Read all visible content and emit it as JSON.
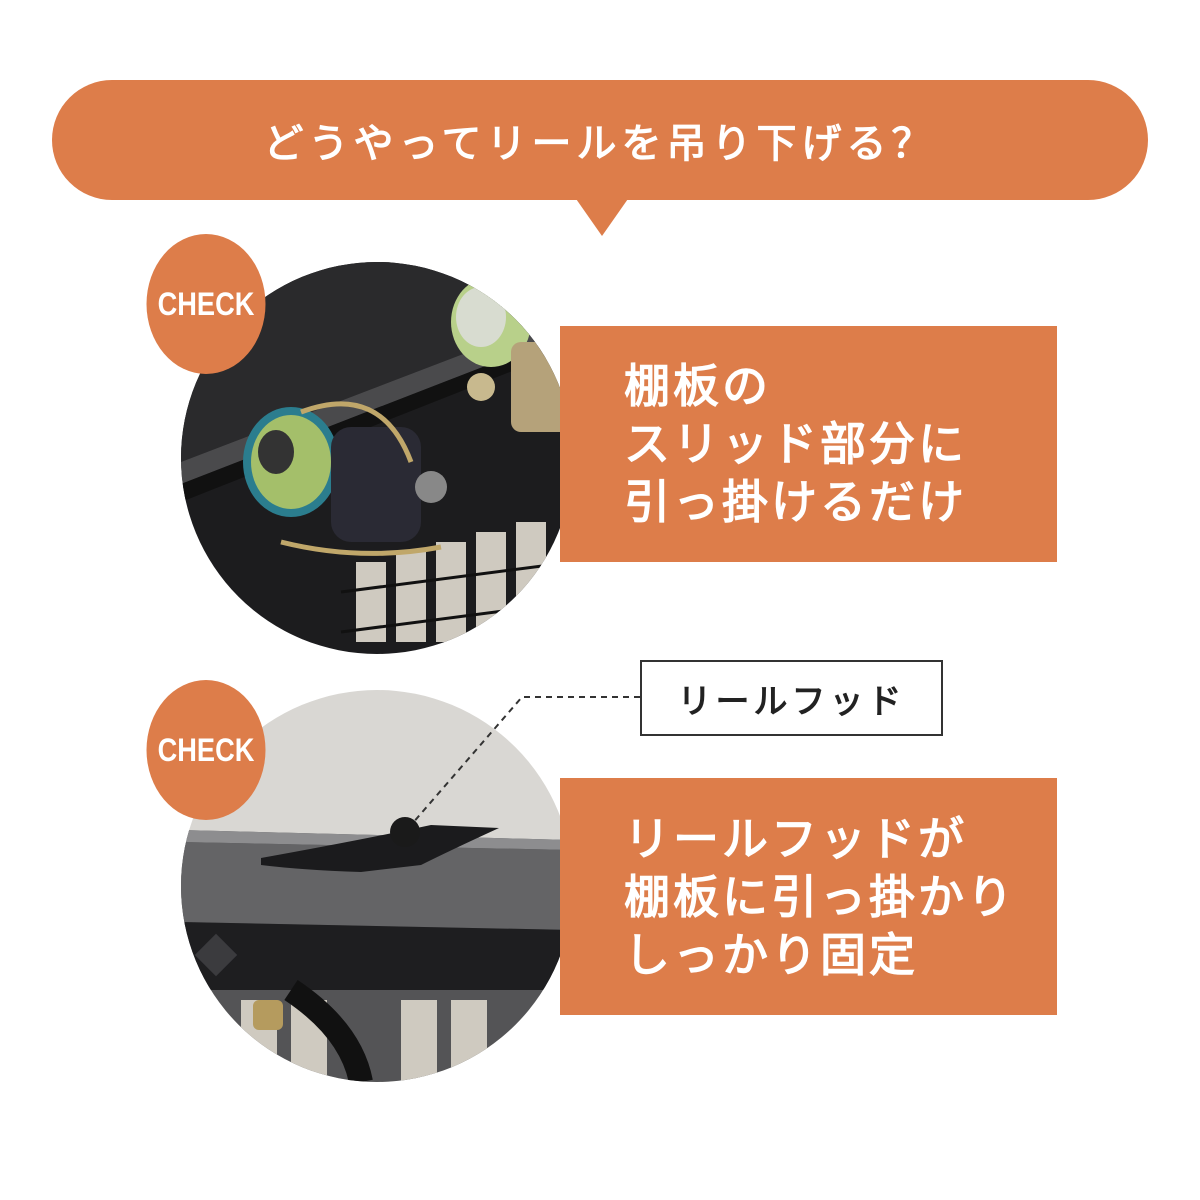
{
  "header": {
    "title": "どうやってリールを吊り下げる？"
  },
  "checks": [
    {
      "badge": "CHECK",
      "lines": [
        "棚板の",
        "スリッド部分に",
        "引っ掛けるだけ"
      ]
    },
    {
      "badge": "CHECK",
      "lines": [
        "リールフッドが",
        "棚板に引っ掛かり",
        "しっかり固定"
      ]
    }
  ],
  "callout": {
    "label": "リールフッド"
  },
  "colors": {
    "accent": "#dd7d4a",
    "text_on_accent": "#ffffff",
    "label_border": "#333333"
  }
}
